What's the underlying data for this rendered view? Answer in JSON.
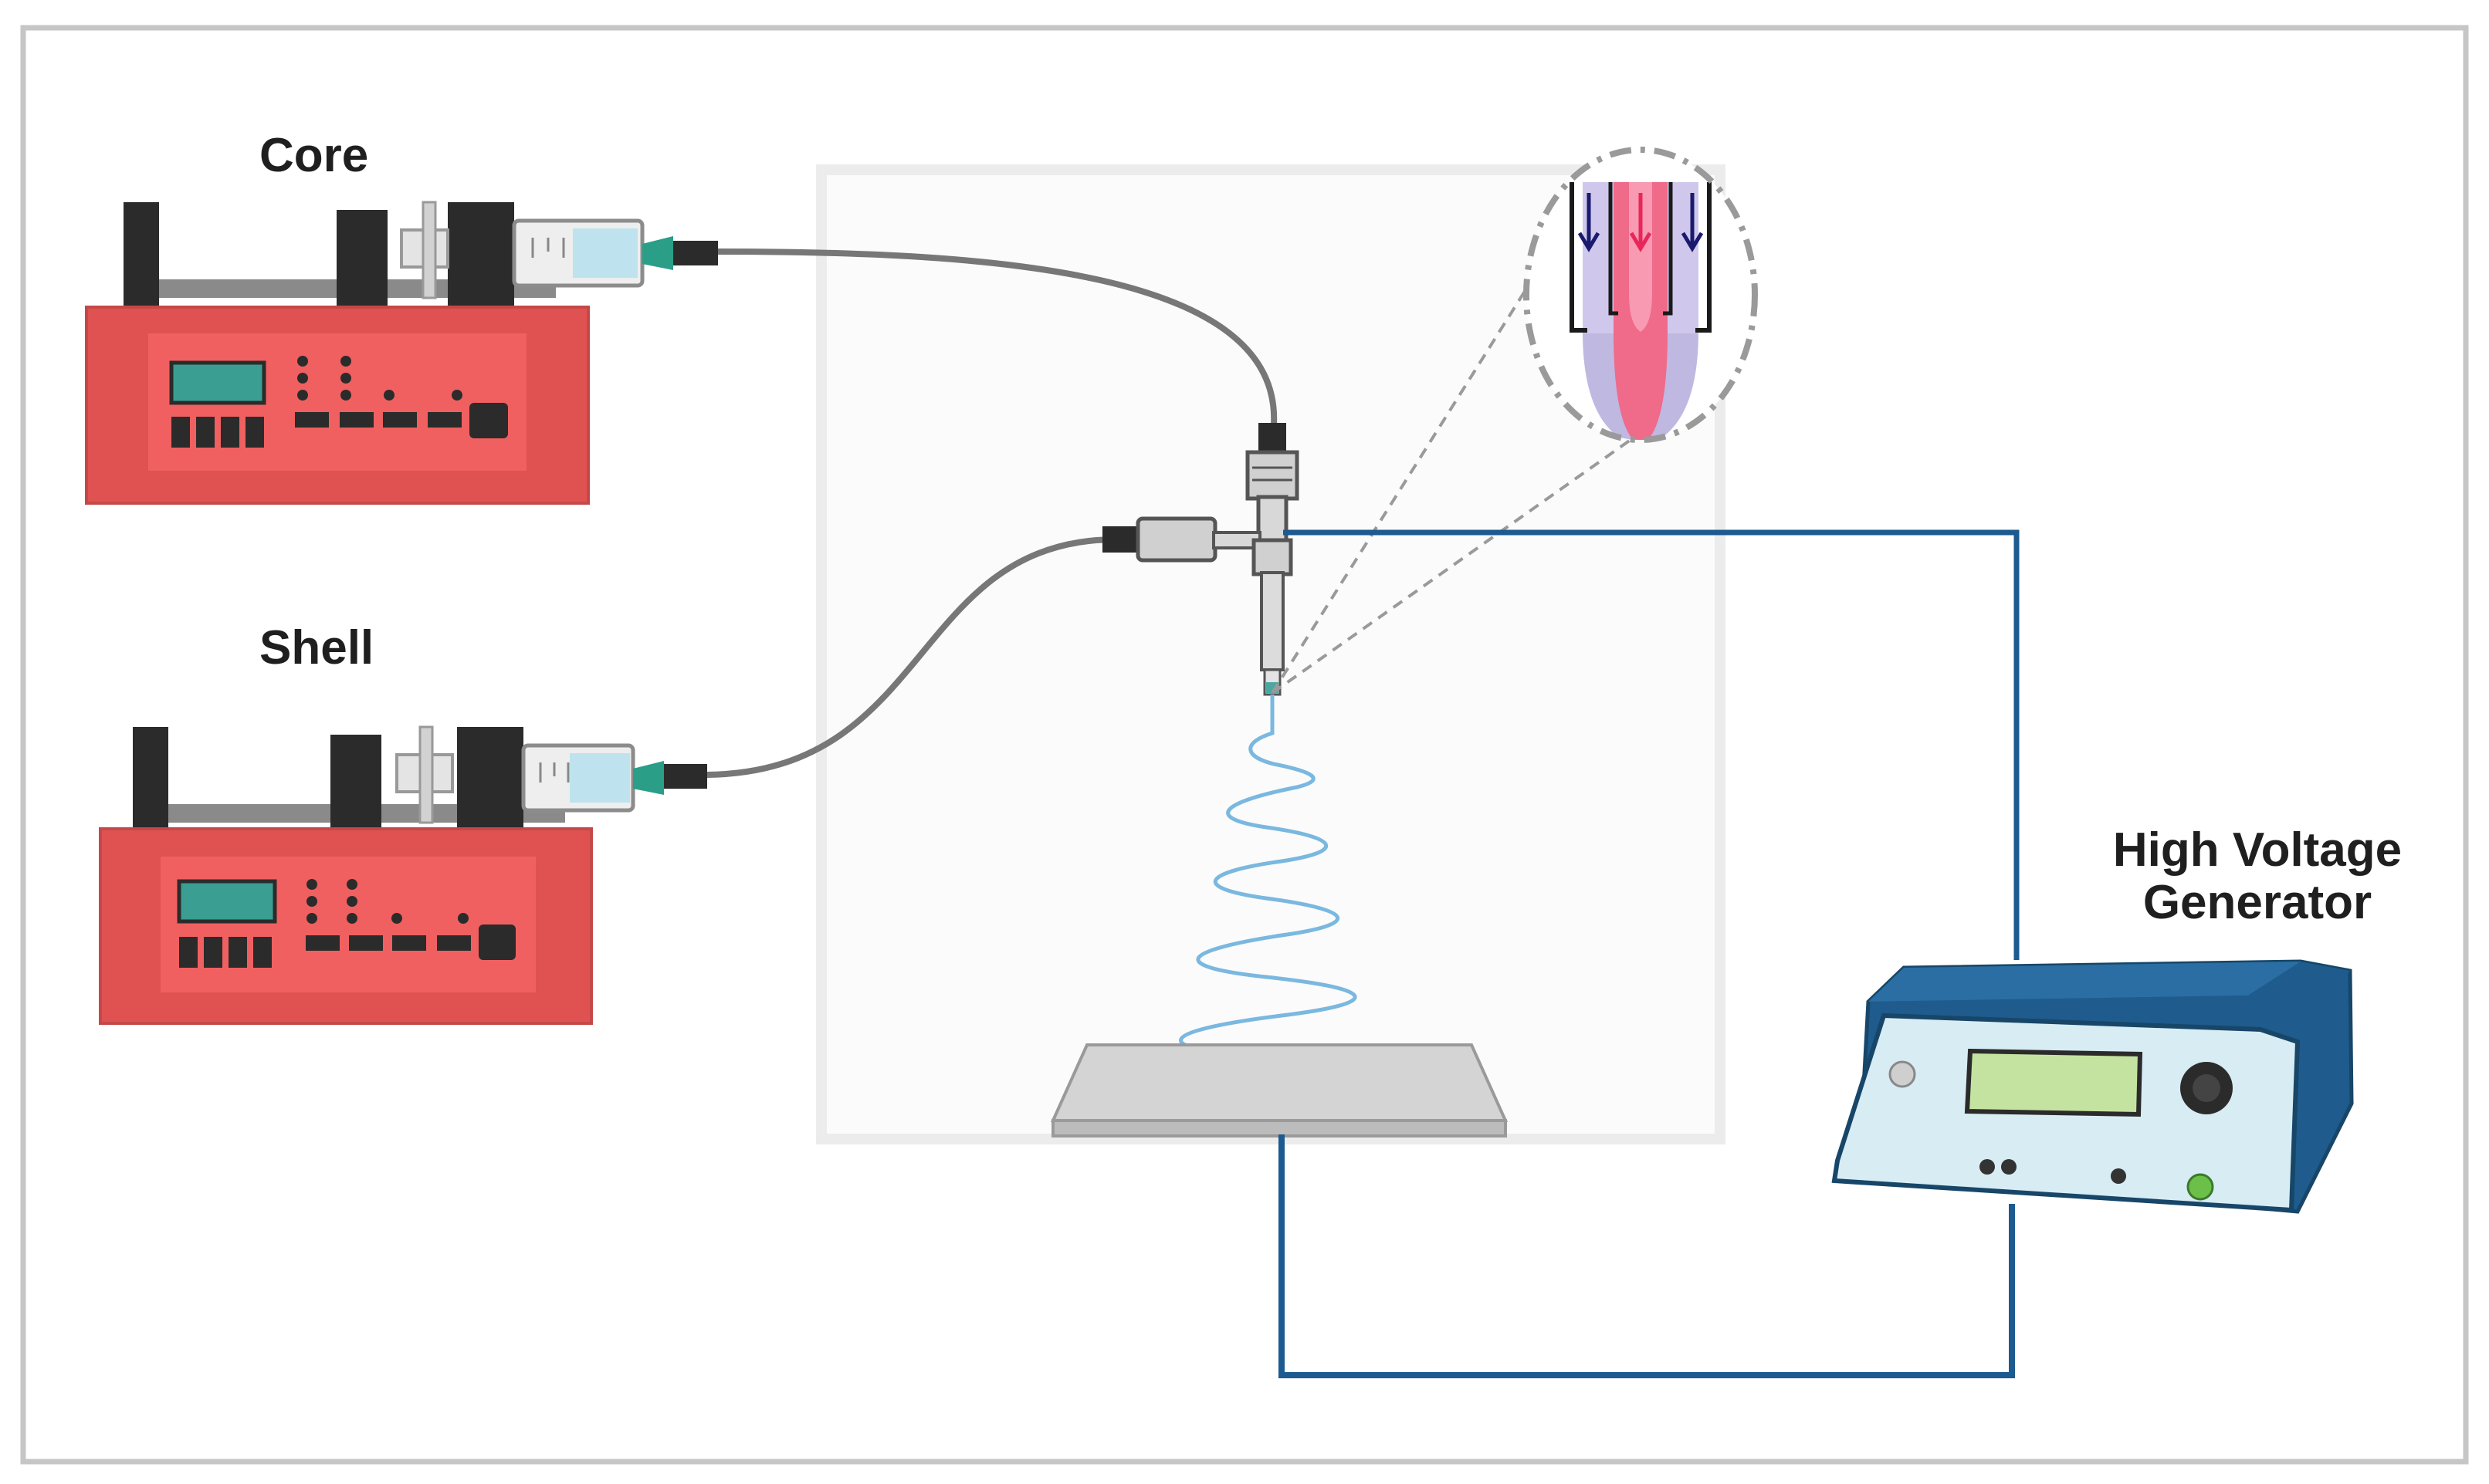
{
  "labels": {
    "core": "Core",
    "shell": "Shell",
    "hv_line1": "High Voltage",
    "hv_line2": "Generator"
  },
  "colors": {
    "pump_body": "#e05252",
    "pump_panel": "#f06060",
    "pump_display": "#3a9e92",
    "dark": "#2b2b2b",
    "wire": "#1c5a8f",
    "tube": "#777777",
    "fiber": "#7ab8e0",
    "collector": "#c9c9c9",
    "generator_body": "#1f5b8c",
    "generator_panel": "#d8ecf4",
    "generator_display": "#c5e3a0",
    "nozzle_core": "#f06a8a",
    "nozzle_shell": "#b8b0de",
    "arrow_core": "#e8265a",
    "arrow_shell": "#1a1a6e",
    "border": "#c6c6c6"
  },
  "icons": [
    "syringe-pump-icon",
    "syringe-icon",
    "coaxial-nozzle-icon",
    "magnified-nozzle-icon",
    "fiber-spiral-icon",
    "collector-plate-icon",
    "high-voltage-generator-icon"
  ]
}
